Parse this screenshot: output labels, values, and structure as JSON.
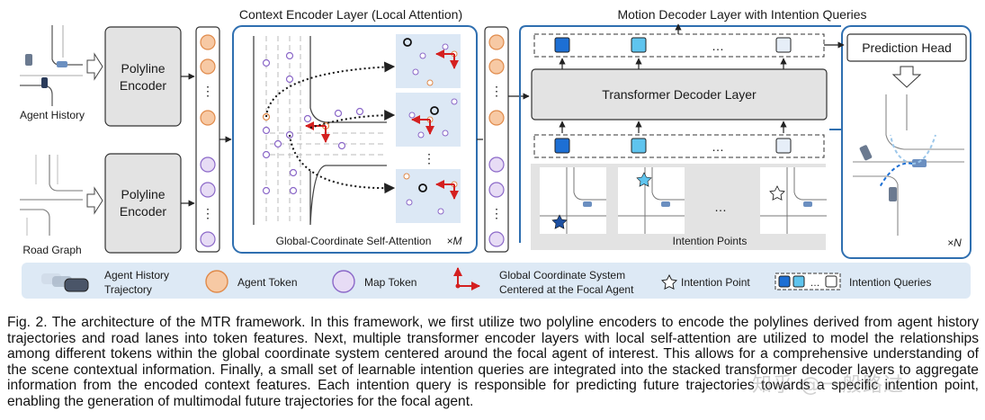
{
  "titles": {
    "context_encoder": "Context Encoder Layer (Local Attention)",
    "motion_decoder": "Motion Decoder Layer with Intention Queries"
  },
  "left": {
    "agent_history": "Agent History",
    "road_graph": "Road Graph",
    "encoder_top": [
      "Polyline",
      "Encoder"
    ],
    "encoder_bottom": [
      "Polyline",
      "Encoder"
    ],
    "ellipsis": "⋮"
  },
  "context": {
    "footer": "Global-Coordinate Self-Attention",
    "repeat": "×M"
  },
  "decoder": {
    "transformer": "Transformer Decoder Layer",
    "prediction_head": "Prediction Head",
    "intention_points": "Intention Points",
    "repeat": "×N",
    "dots": "…"
  },
  "legend": {
    "agent_history_line1": "Agent History",
    "agent_history_line2": "Trajectory",
    "agent_token": "Agent Token",
    "map_token": "Map Token",
    "gcs_line1": "Global Coordinate System",
    "gcs_line2": "Centered at the Focal Agent",
    "intention_point": "Intention Point",
    "intention_queries": "Intention Queries",
    "dots": "…"
  },
  "caption": "Fig. 2.  The architecture of the MTR framework. In this framework, we first utilize two polyline encoders to encode the polylines derived from agent history trajectories and road lanes into token features. Next, multiple transformer encoder layers with local self-attention are utilized to model the relationships among different tokens within the global coordinate system centered around the focal agent of interest. This allows for a comprehensive understanding of the scene contextual information. Finally, a small set of learnable intention queries are integrated into the stacked transformer decoder layers to aggregate information from the encoded context features. Each intention query is responsible for predicting future trajectories towards a specific intention point, enabling the generation of multimodal future trajectories for the focal agent.",
  "watermark": "知乎 @一般路过",
  "colors": {
    "agent_token": "#f2a36b",
    "map_token": "#9b7bd0",
    "blue_border": "#2f6fb0",
    "light_blue_panel": "#dce8f5",
    "legend_bg": "#dde9f5",
    "gray_panel": "#e3e3e3",
    "red_axis": "#d42020"
  }
}
